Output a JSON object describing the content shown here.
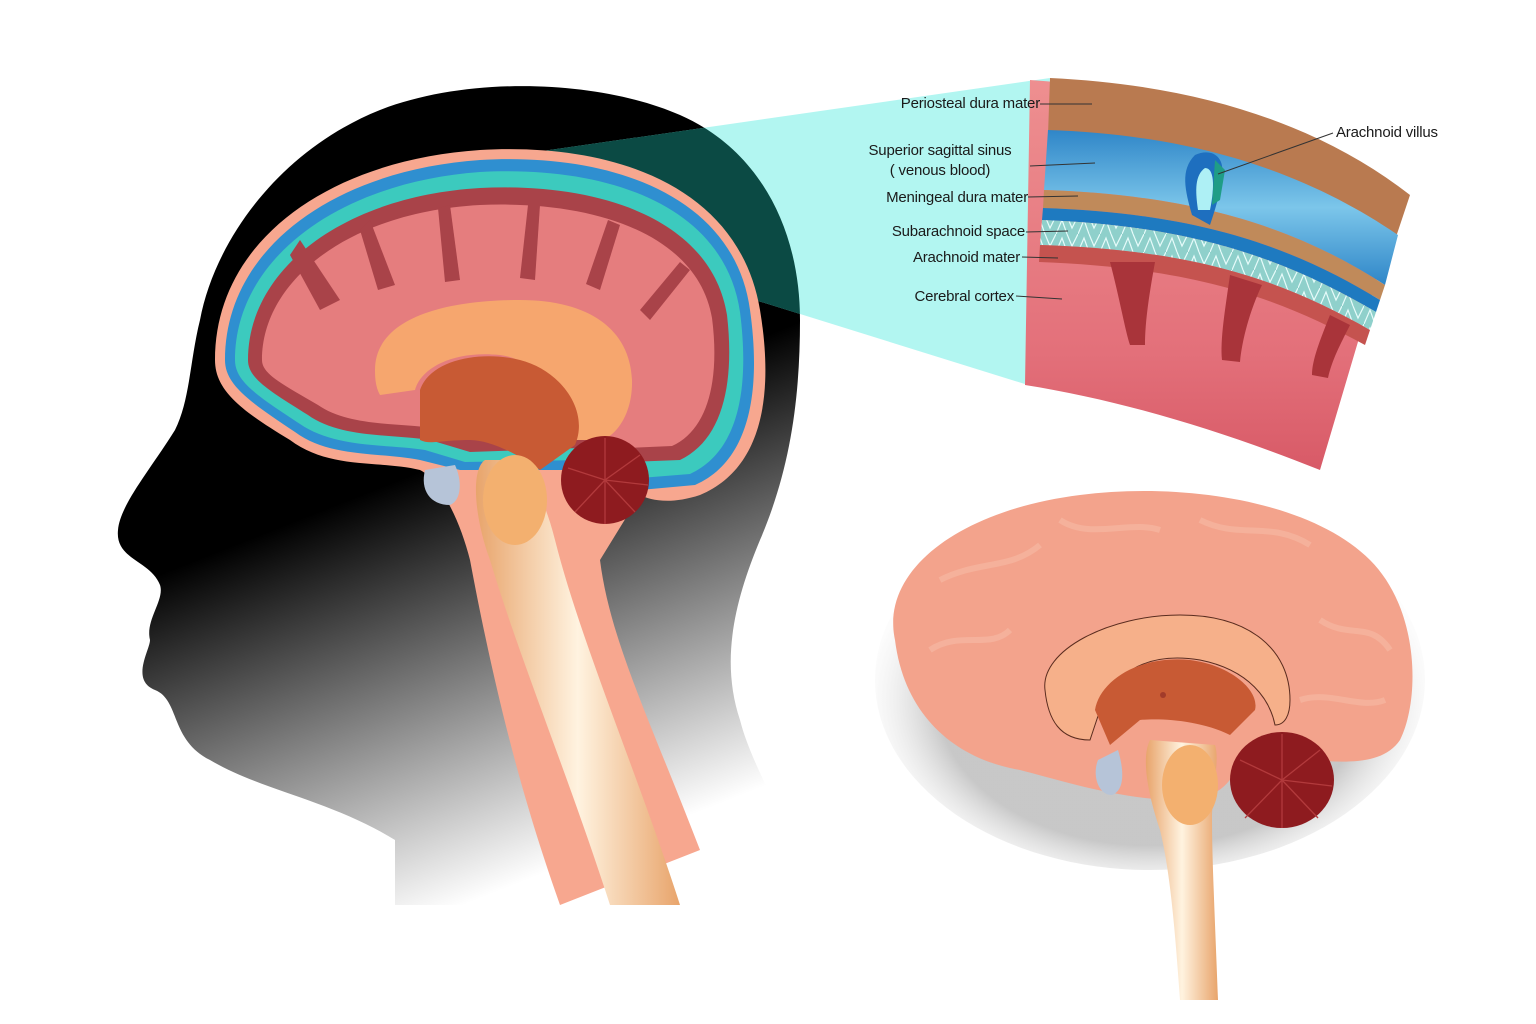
{
  "figure": {
    "subject": "Meninges and arachnoid villi of the human brain",
    "colors": {
      "background": "#ffffff",
      "silhouette": "#000000",
      "zoom_beam": "#aef5f0",
      "periosteal_dura": "#b87a4f",
      "sinus_blue": "#4aa3d8",
      "meningeal_dura": "#c08a5a",
      "subarachnoid": "#8ed1cc",
      "arachnoid": "#c5534f",
      "cortex": "#e7868a",
      "brain_pink": "#f3a38c",
      "cerebellum": "#8e1b1f",
      "brainstem": "#f2c98f",
      "csf_teal": "#3cc9bd",
      "corpus_callosum": "#f4a56f",
      "ventricle": "#c85a34",
      "pituitary": "#b6c4d8"
    }
  },
  "panels": {
    "head_section": {
      "name": "Sagittal section of head with meninges"
    },
    "detail_inset": {
      "name": "Enlarged meningeal layers",
      "labels": [
        {
          "id": "periosteal",
          "text": "Periosteal dura mater"
        },
        {
          "id": "sinus_line1",
          "text": "Superior sagittal sinus"
        },
        {
          "id": "sinus_line2",
          "text": "( venous blood)"
        },
        {
          "id": "meningeal",
          "text": "Meningeal dura mater"
        },
        {
          "id": "subarachnoid",
          "text": "Subarachnoid space"
        },
        {
          "id": "arachnoid",
          "text": "Arachnoid  mater"
        },
        {
          "id": "cortex",
          "text": "Cerebral cortex"
        },
        {
          "id": "villus",
          "text": "Arachnoid villus"
        }
      ]
    },
    "brain_medial": {
      "name": "Medial view of brain"
    }
  }
}
